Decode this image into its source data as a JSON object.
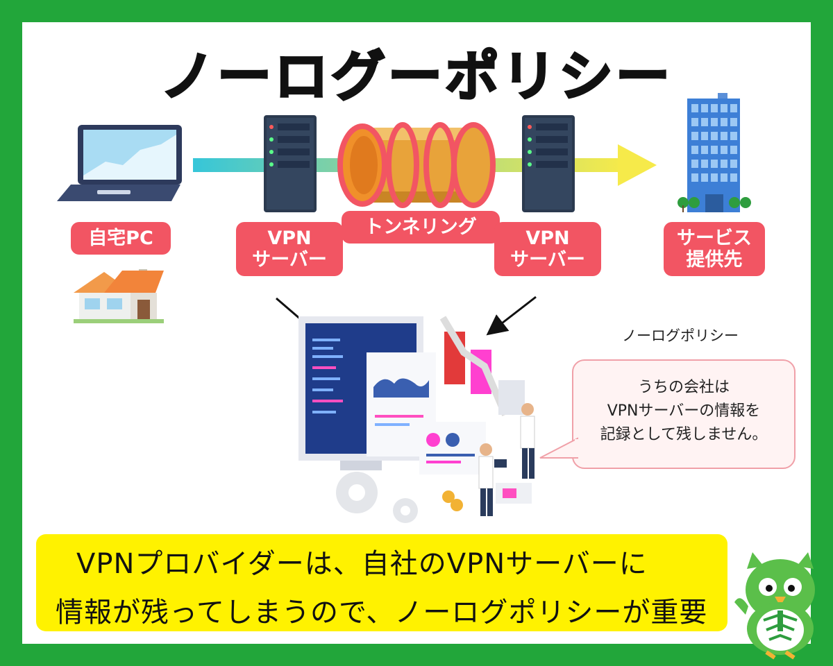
{
  "title": "ノーログーポリシー",
  "labels": {
    "home_pc": "自宅PC",
    "vpn_server_left": [
      "VPN",
      "サーバー"
    ],
    "tunneling": "トンネリング",
    "vpn_server_right": [
      "VPN",
      "サーバー"
    ],
    "service_provider": [
      "サービス",
      "提供先"
    ]
  },
  "speech": {
    "caption": "ノーログポリシー",
    "lines": [
      "うちの会社は",
      "VPNサーバーの情報を",
      "記録として残しません。"
    ]
  },
  "bottom_text": {
    "line1": "VPNプロバイダーは、自社のVPNサーバーに",
    "line2": "情報が残ってしまうので、ノーログポリシーが重要"
  },
  "colors": {
    "frame": "#22a63a",
    "label_bg": "#f25563",
    "highlight": "#fff200",
    "server": "#2b3a4f",
    "tunnel": "#e8a33a",
    "tunnel_ring": "#f25563"
  },
  "icons": [
    "laptop-icon",
    "server-icon",
    "tunnel-icon",
    "building-icon",
    "house-icon",
    "mascot-icon"
  ]
}
